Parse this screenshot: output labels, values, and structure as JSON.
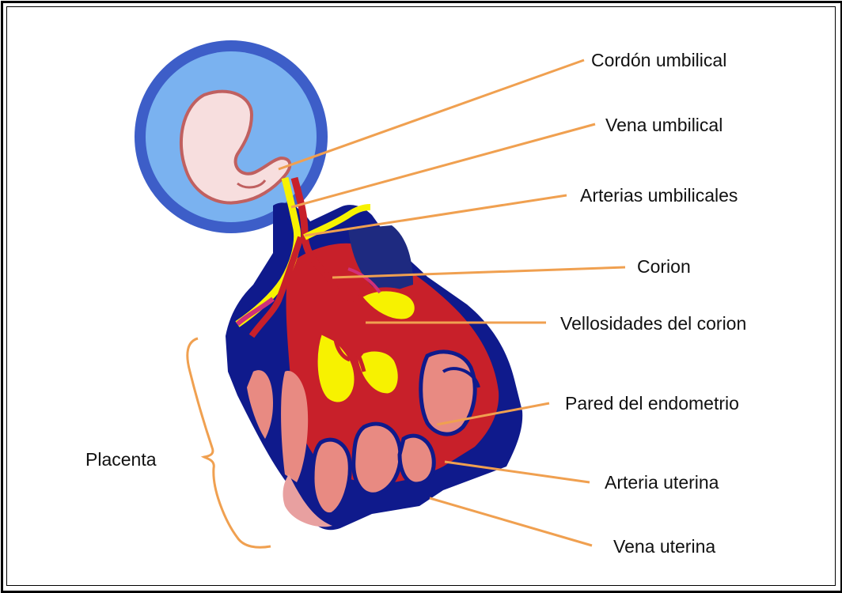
{
  "labels": {
    "cordon_umbilical": "Cordón umbilical",
    "vena_umbilical": "Vena umbilical",
    "arterias_umbilicales": "Arterias umbilicales",
    "corion": "Corion",
    "vellosidades": "Vellosidades del corion",
    "pared_endometrio": "Pared del endometrio",
    "arteria_uterina": "Arteria uterina",
    "vena_uterina": "Vena uterina",
    "placenta": "Placenta"
  },
  "colors": {
    "leader_line": "#f0a050",
    "amniotic_ring": "#3d5ec8",
    "amniotic_fluid": "#7ab2f0",
    "embryo": "#f7dede",
    "deep_blue": "#0f1a8c",
    "artery_red": "#c8202a",
    "vein_yellow": "#f7f200",
    "endometrium_pink": "#e88a82",
    "magenta": "#d0307a"
  }
}
